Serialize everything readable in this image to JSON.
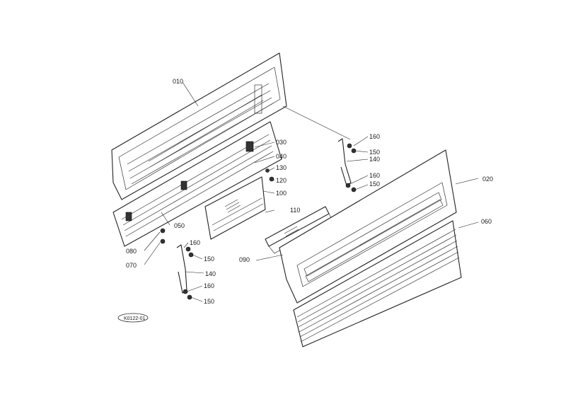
{
  "labels": {
    "p010": "010",
    "p020": "020",
    "p030": "030",
    "p040": "040",
    "p050": "050",
    "p060": "060",
    "p070": "070",
    "p080": "080",
    "p090": "090",
    "p100": "100",
    "p110": "110",
    "p120": "120",
    "p130": "130",
    "p140a": "140",
    "p140b": "140",
    "p150a": "150",
    "p150b": "150",
    "p150c": "150",
    "p150d": "150",
    "p160a": "160",
    "p160b": "160",
    "p160c": "160",
    "p160d": "160"
  },
  "stamp": "K0122-01"
}
